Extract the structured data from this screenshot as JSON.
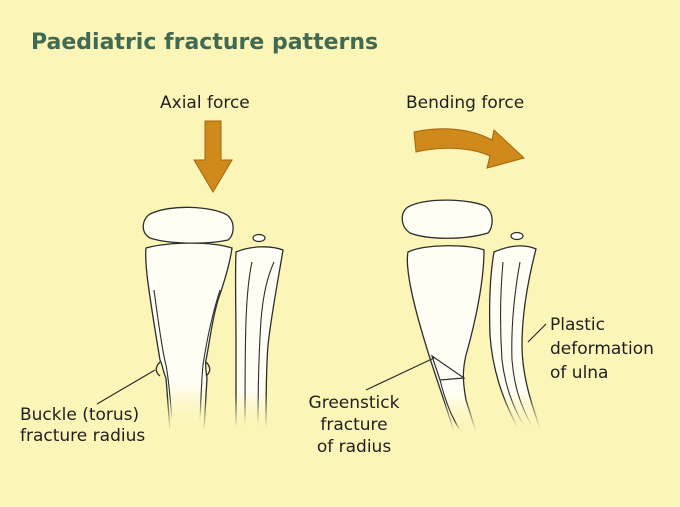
{
  "title": "Paediatric fracture patterns",
  "colors": {
    "background": "#fbf5b7",
    "title": "#3f6b55",
    "arrow": "#d08a1b",
    "bone_fill": "#fffef2",
    "bone_outline": "#2d2d2d"
  },
  "left_panel": {
    "force_label": "Axial force",
    "fracture_label_line1": "Buckle (torus)",
    "fracture_label_line2": "fracture radius"
  },
  "right_panel": {
    "force_label": "Bending force",
    "fracture_label_line1": "Greenstick",
    "fracture_label_line2": "fracture",
    "fracture_label_line3": "of radius",
    "ulna_label_line1": "Plastic",
    "ulna_label_line2": "deformation",
    "ulna_label_line3": "of ulna"
  }
}
